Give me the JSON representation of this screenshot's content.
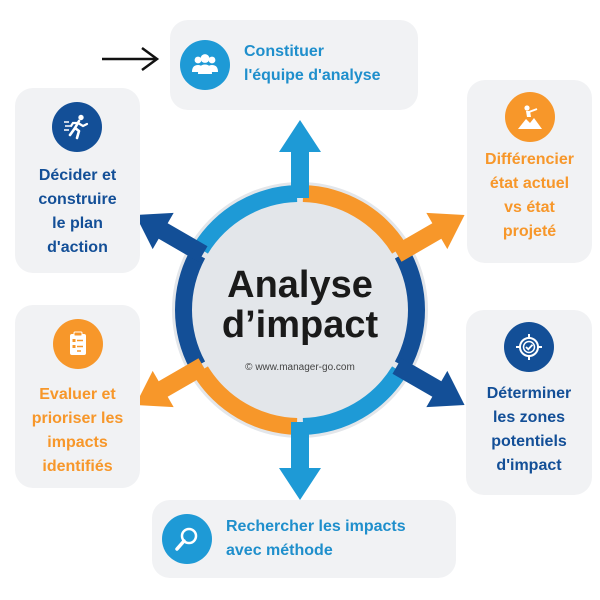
{
  "center": {
    "title_line1": "Analyse",
    "title_line2": "d’impact",
    "copyright": "© www.manager-go.com"
  },
  "steps": {
    "top": {
      "label_line1": "Constituer",
      "label_line2": "l'équipe d'analyse",
      "icon": "team-icon"
    },
    "top_right": {
      "label_line1": "Différencier",
      "label_line2": "état actuel",
      "label_line3": "vs état",
      "label_line4": "projeté",
      "icon": "mountain-climber-icon"
    },
    "bottom_right": {
      "label_line1": "Déterminer",
      "label_line2": "les zones",
      "label_line3": "potentiels",
      "label_line4": "d'impact",
      "icon": "target-icon"
    },
    "bottom": {
      "label_line1": "Rechercher les impacts",
      "label_line2": "avec méthode",
      "icon": "magnifier-icon"
    },
    "bottom_left": {
      "label_line1": "Evaluer et",
      "label_line2": "prioriser les",
      "label_line3": "impacts",
      "label_line4": "identifiés",
      "icon": "clipboard-checklist-icon"
    },
    "top_left": {
      "label_line1": "Décider et",
      "label_line2": "construire",
      "label_line3": "le plan",
      "label_line4": "d'action",
      "icon": "runner-icon"
    }
  },
  "colors": {
    "blue": "#1e9ad6",
    "navy": "#134f97",
    "orange": "#f7972a",
    "card_bg": "#f1f2f4"
  }
}
